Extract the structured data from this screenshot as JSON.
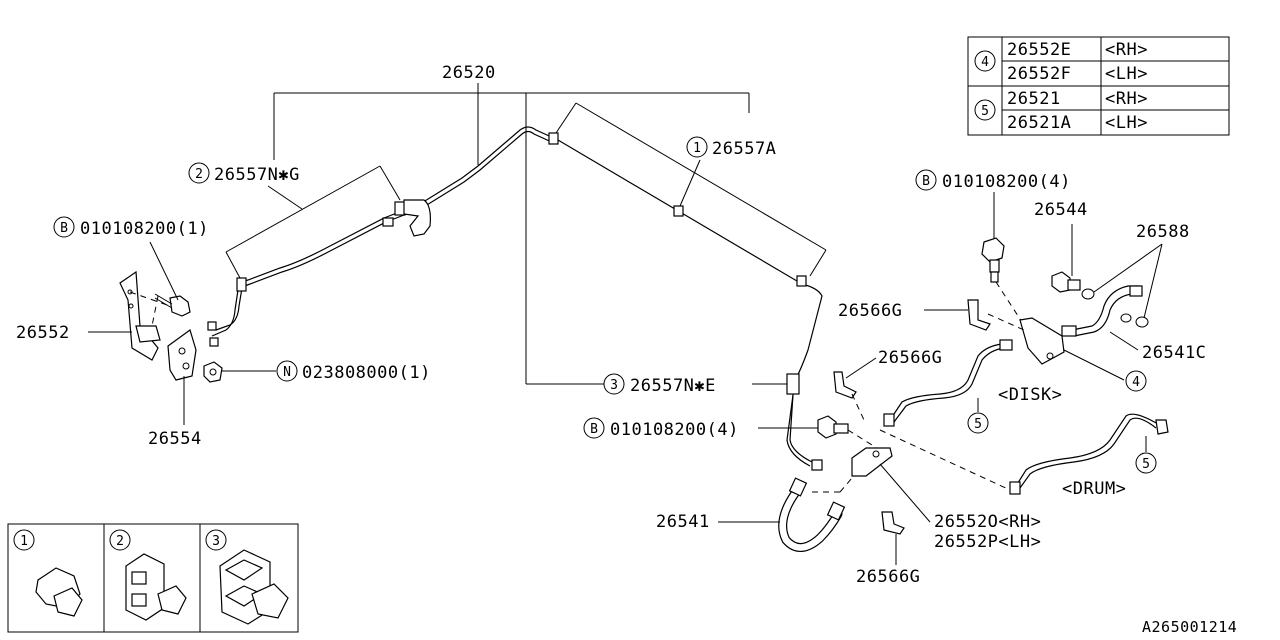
{
  "diagram": {
    "code": "A265001214",
    "parts": {
      "p26520": "26520",
      "p26557NG": "26557N✱G",
      "p26557A": "26557A",
      "p26557NE": "26557N✱E",
      "p26552": "26552",
      "p26554": "26554",
      "p26544": "26544",
      "p26588": "26588",
      "p26566G_a": "26566G",
      "p26566G_b": "26566G",
      "p26566G_c": "26566G",
      "p26541C": "26541C",
      "p26541": "26541",
      "p26552O": "26552O<RH>",
      "p26552P": "26552P<LH>",
      "bolt_left": "010108200(1)",
      "bolt_right_top": "010108200(4)",
      "bolt_right_mid": "010108200(4)",
      "nut": "023808000(1)",
      "disk": "<DISK>",
      "drum": "<DRUM>"
    },
    "markers": {
      "B": "B",
      "N": "N",
      "m1": "1",
      "m2": "2",
      "m3": "3",
      "m4": "4",
      "m5": "5"
    },
    "ref_table": {
      "groups": [
        {
          "marker": "4",
          "rows": [
            {
              "part": "26552E",
              "side": "<RH>"
            },
            {
              "part": "26552F",
              "side": "<LH>"
            }
          ]
        },
        {
          "marker": "5",
          "rows": [
            {
              "part": "26521",
              "side": "<RH>"
            },
            {
              "part": "26521A",
              "side": "<LH>"
            }
          ]
        }
      ]
    },
    "legend": [
      {
        "marker": "1"
      },
      {
        "marker": "2"
      },
      {
        "marker": "3"
      }
    ]
  }
}
